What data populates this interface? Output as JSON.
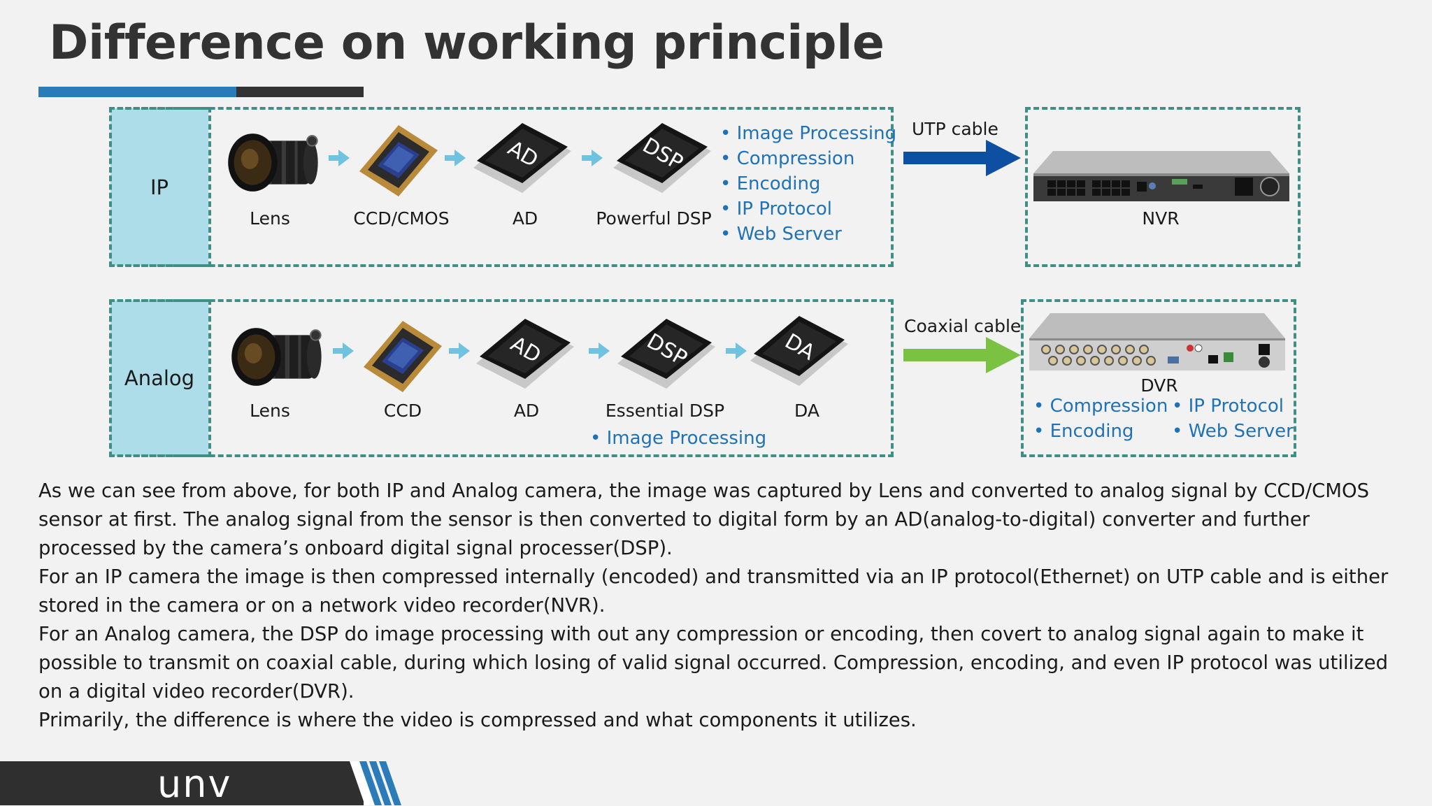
{
  "title": "Difference on working principle",
  "ip_row": {
    "label": "IP",
    "components": [
      "Lens",
      "CCD/CMOS",
      "AD",
      "Powerful DSP"
    ],
    "chip_labels": {
      "ad": "AD",
      "dsp": "DSP"
    },
    "features": [
      "Image Processing",
      "Compression",
      "Encoding",
      "IP Protocol",
      "Web Server"
    ],
    "cable": "UTP cable",
    "recorder": "NVR"
  },
  "analog_row": {
    "label": "Analog",
    "components": [
      "Lens",
      "CCD",
      "AD",
      "Essential DSP",
      "DA"
    ],
    "chip_labels": {
      "ad": "AD",
      "dsp": "DSP",
      "da": "DA"
    },
    "dsp_feature": "Image Processing",
    "cable": "Coaxial cable",
    "recorder": "DVR",
    "recorder_features": [
      "Compression",
      "IP Protocol",
      "Encoding",
      "Web Server"
    ]
  },
  "colors": {
    "ip_arrow": "#0d4fa0",
    "analog_arrow": "#7cc242",
    "small_arrow": "#6fc3e0",
    "bullet": "#1f72b8"
  },
  "paragraphs": [
    "As we can see from above, for both IP and Analog camera, the image was captured by Lens and converted to analog signal by CCD/CMOS sensor at first. The analog signal from the sensor is then converted to digital form by an AD(analog-to-digital) converter and further processed by the camera’s onboard digital signal processer(DSP).",
    "For an IP camera the image is then compressed internally (encoded) and transmitted via an IP protocol(Ethernet) on UTP cable and is either stored in the camera or on a network video recorder(NVR).",
    "For an Analog camera, the DSP do image processing with out any compression or encoding, then covert to analog signal again to make it possible to transmit on coaxial cable, during which losing of valid signal occurred. Compression, encoding, and even IP protocol was utilized on a digital video recorder(DVR).",
    "Primarily, the difference is where the video is compressed and what components it utilizes."
  ],
  "footer": {
    "logo": "unv"
  }
}
